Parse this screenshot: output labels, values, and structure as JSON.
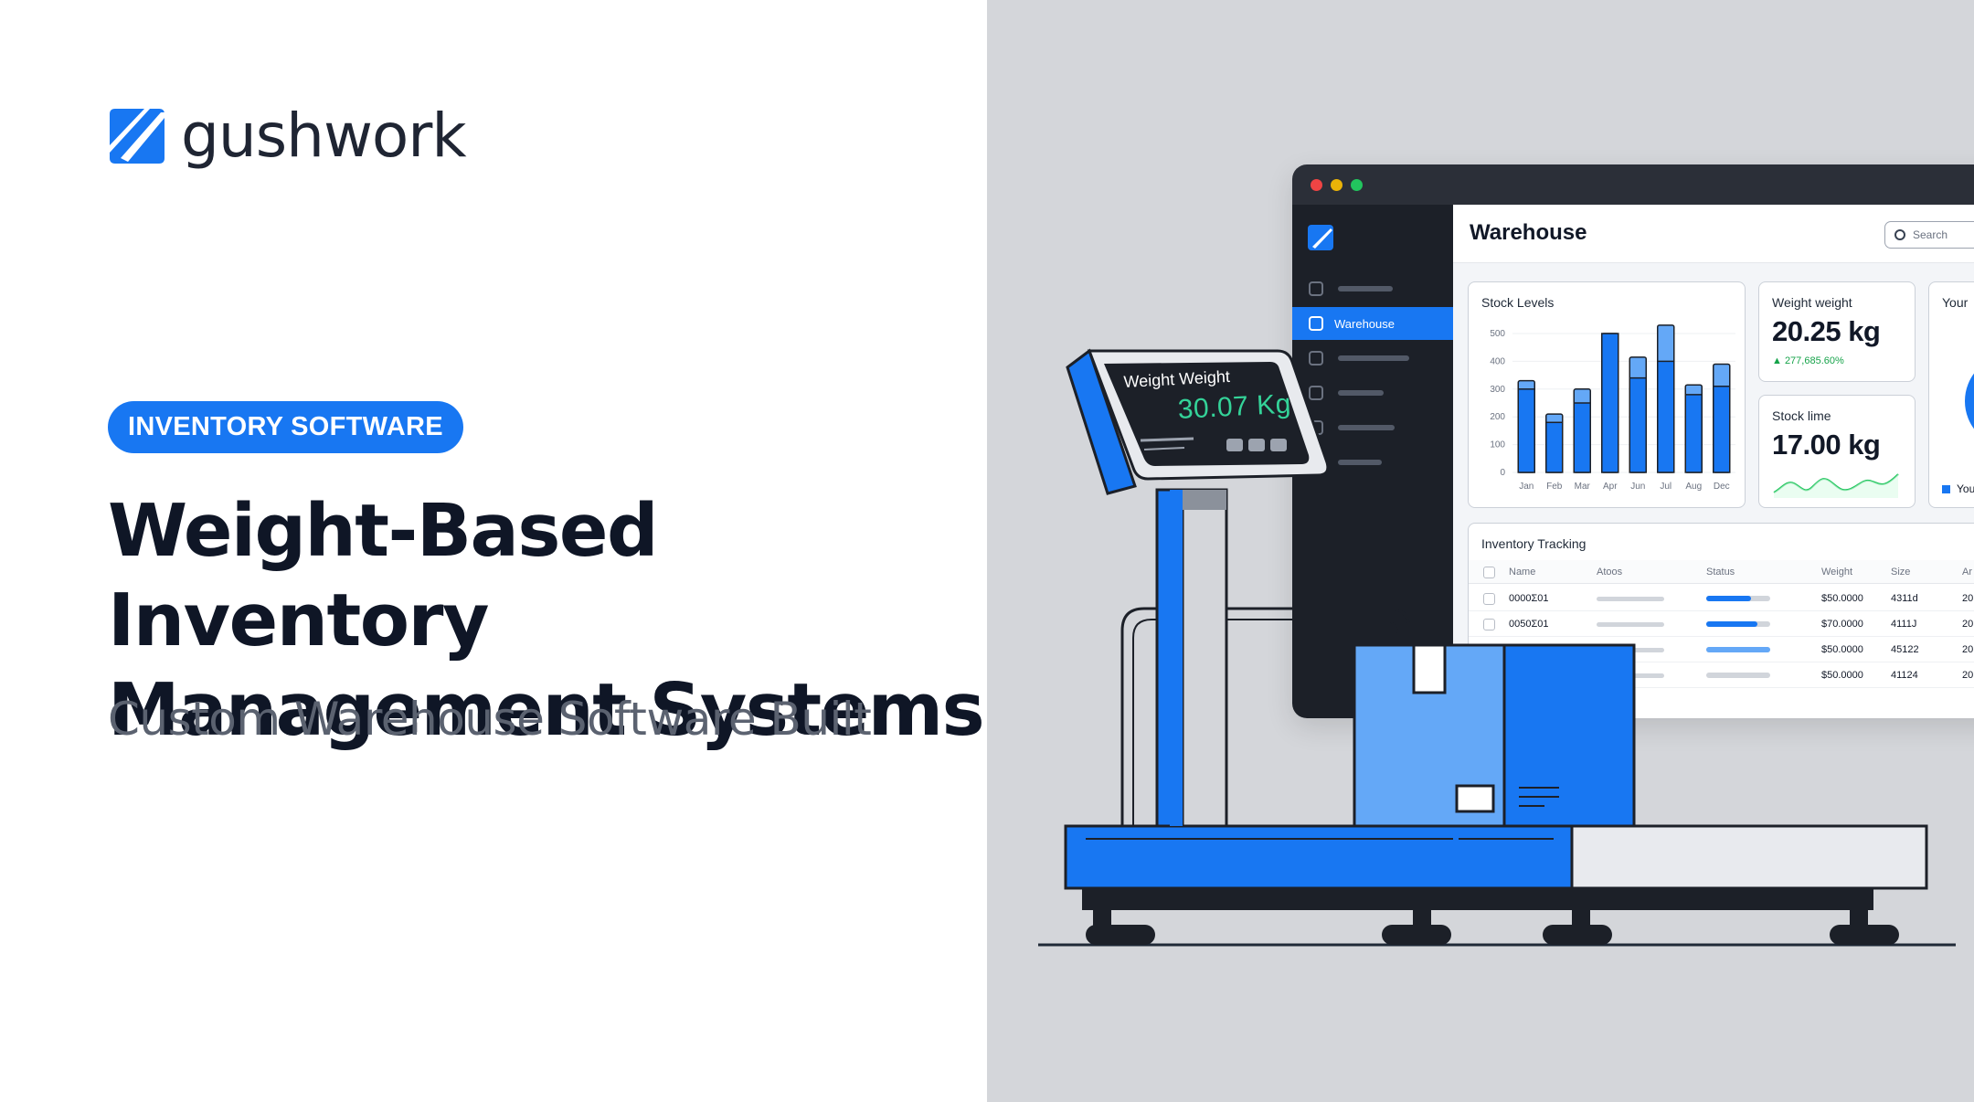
{
  "brand": {
    "name": "gushwork",
    "accent": "#1877f2",
    "logo_icon": "gushwork-logo-icon"
  },
  "hero": {
    "badge": "INVENTORY SOFTWARE",
    "title_line1": "Weight-Based Inventory",
    "title_line2": "Management Systems",
    "subtitle": "Custom Warehouse Software Built"
  },
  "colors": {
    "left_bg": "#ffffff",
    "right_bg": "#d4d6da",
    "dark": "#1c2028",
    "blue": "#1877f2",
    "light_blue": "#64a8f7",
    "green": "#34d399"
  },
  "app": {
    "window_dots": [
      "#ef4444",
      "#eab308",
      "#22c55e"
    ],
    "title": "Warehouse",
    "search_placeholder": "Search",
    "sidebar": {
      "active_label": "Warehouse",
      "icons": [
        "home-icon",
        "grid-icon",
        "users-icon",
        "box-icon",
        "settings-icon",
        "list-icon"
      ]
    },
    "stock_levels": {
      "title": "Stock Levels"
    },
    "weight_card": {
      "title": "Weight weight",
      "value": "20.25 kg",
      "delta": "▲ 277,685.60%"
    },
    "stock_time_card": {
      "title": "Stock lime",
      "value": "17.00 kg"
    },
    "partial_card": {
      "title": "Your",
      "legend": "You"
    },
    "inventory": {
      "title": "Inventory Tracking",
      "columns": [
        "Name",
        "Atoos",
        "Status",
        "Weight",
        "Size",
        "Ar"
      ],
      "rows": [
        {
          "name": "0000Σ01",
          "weight": "$50.0000",
          "size": "4311d",
          "extra": "20",
          "progress": 0.7
        },
        {
          "name": "0050Σ01",
          "weight": "$70.0000",
          "size": "4111J",
          "extra": "20",
          "progress": 0.8
        },
        {
          "name": "",
          "weight": "$50.0000",
          "size": "45122",
          "extra": "20",
          "progress": 1.0
        },
        {
          "name": "",
          "weight": "$50.0000",
          "size": "41124",
          "extra": "20",
          "progress": 0.0
        }
      ]
    }
  },
  "scale_display": {
    "label": "Weight Weight",
    "value": "30.07 Kg"
  },
  "chart_data": {
    "type": "bar",
    "title": "Stock Levels",
    "categories": [
      "Jan",
      "Feb",
      "Mar",
      "Apr",
      "Jun",
      "Jul",
      "Aug",
      "Dec"
    ],
    "series": [
      {
        "values": [
          300,
          180,
          250,
          500,
          340,
          400,
          280,
          310
        ]
      },
      {
        "values": [
          330,
          210,
          300,
          500,
          415,
          530,
          315,
          390
        ]
      }
    ],
    "yticks": [
      "500",
      "400",
      "300",
      "200",
      "100",
      "0"
    ],
    "ylim": [
      0,
      550
    ],
    "grid": true
  }
}
